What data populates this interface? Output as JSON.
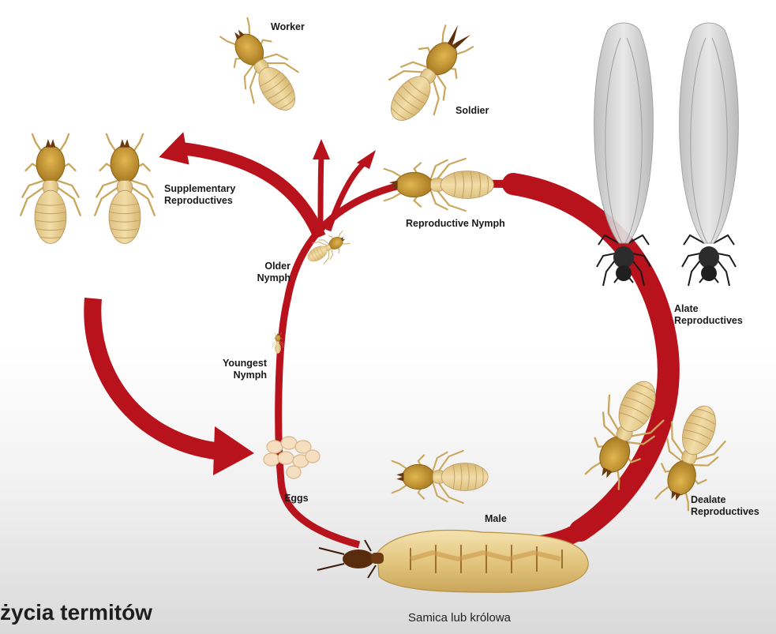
{
  "labels": {
    "worker": "Worker",
    "soldier": "Soldier",
    "supplementary": "Supplementary\nReproductives",
    "reproductive_nymph": "Reproductive Nymph",
    "older_nymph": "Older\nNymph",
    "youngest_nymph": "Youngest\nNymph",
    "alate": "Alate\nReproductives",
    "eggs": "Eggs",
    "male": "Male",
    "dealate": "Dealate\nReproductives",
    "queen": "Samica lub królowa"
  },
  "title": "życia termitów",
  "colors": {
    "cycle_red": "#b8121c",
    "termite_body": "#e8cf95",
    "termite_head": "#c89a36",
    "alate_body": "#2a2a2a",
    "wing": "#c9c9c9"
  }
}
